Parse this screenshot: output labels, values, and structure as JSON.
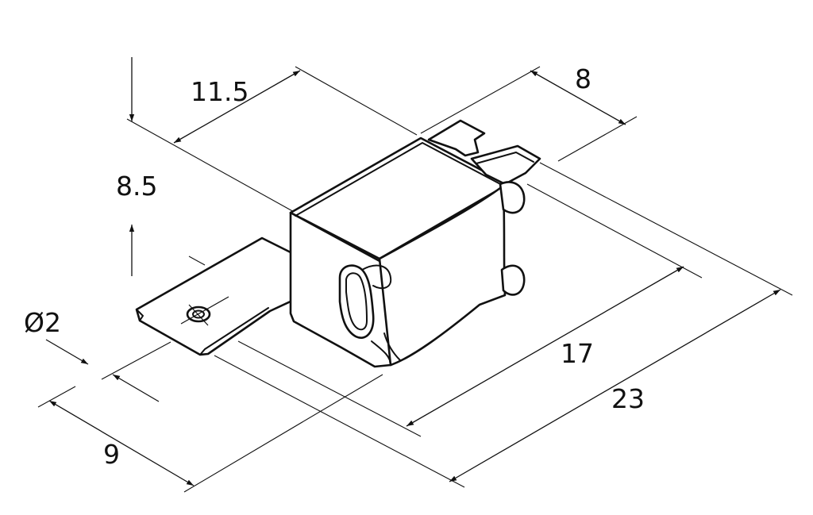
{
  "drawing": {
    "dimensions": {
      "d_11_5": "11.5",
      "d_8": "8",
      "d_8_5": "8.5",
      "d_dia2": "Ø2",
      "d_17": "17",
      "d_23": "23",
      "d_9": "9"
    },
    "colors": {
      "line": "#111111",
      "background": "#ffffff"
    }
  }
}
